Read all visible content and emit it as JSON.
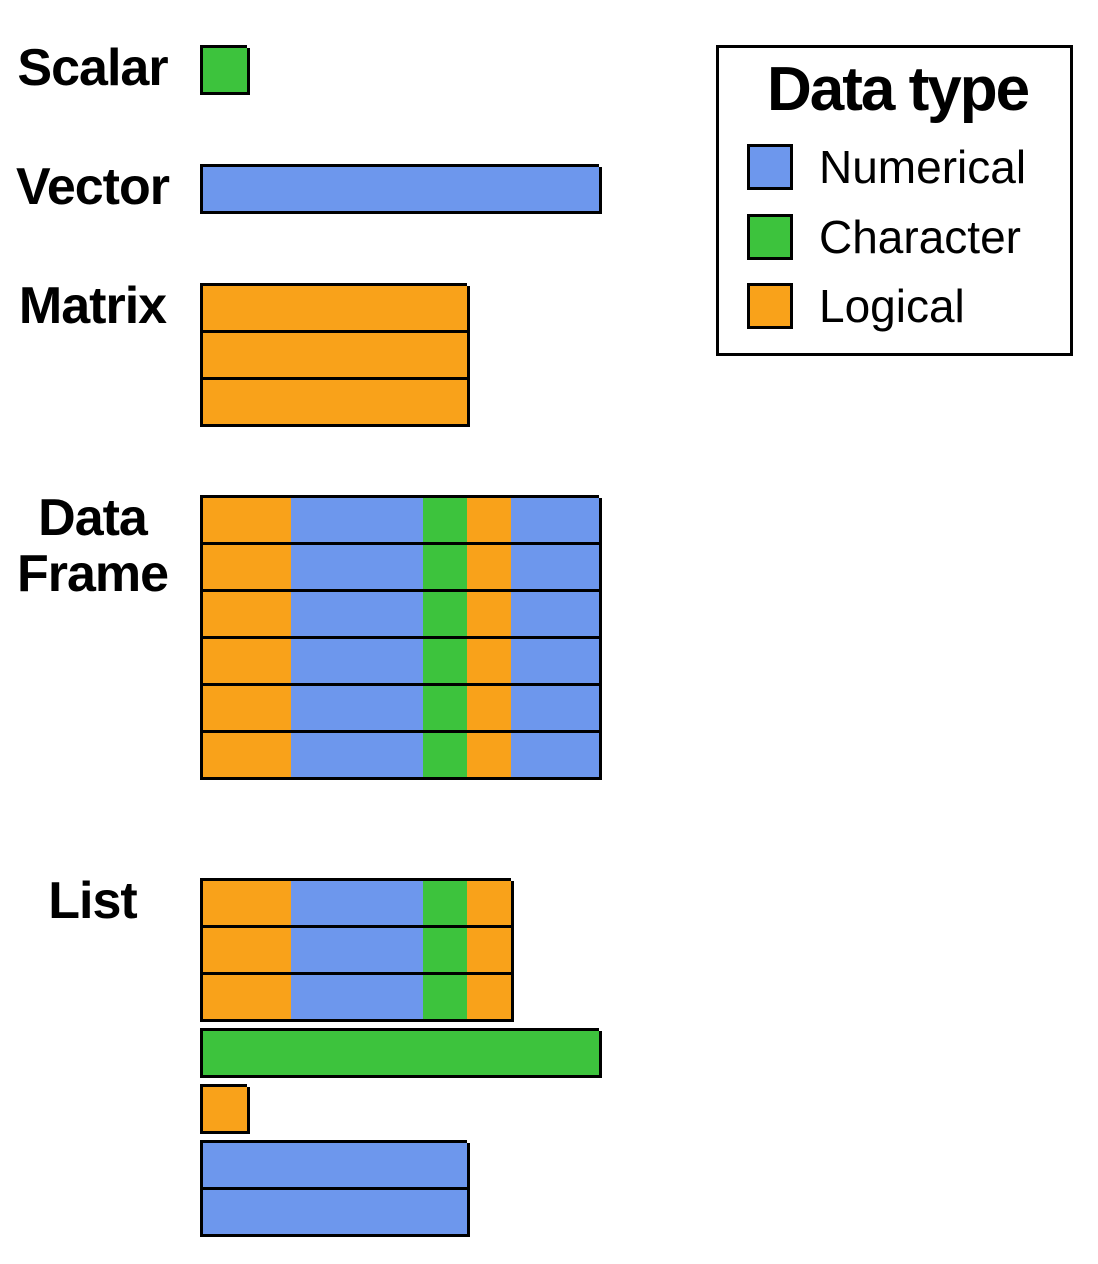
{
  "palette": {
    "numerical": "#6D97ED",
    "character": "#3DC33D",
    "logical": "#F9A21A",
    "line": "#000000"
  },
  "legend": {
    "title": "Data type",
    "items": [
      {
        "type": "numerical",
        "label": "Numerical"
      },
      {
        "type": "character",
        "label": "Character"
      },
      {
        "type": "logical",
        "label": "Logical"
      }
    ]
  },
  "structures": [
    {
      "id": "scalar",
      "label_lines": [
        "Scalar"
      ],
      "blocks": [
        {
          "rows": 1,
          "columns": [
            "character"
          ]
        }
      ]
    },
    {
      "id": "vector",
      "label_lines": [
        "Vector"
      ],
      "blocks": [
        {
          "rows": 1,
          "columns": [
            "numerical",
            "numerical",
            "numerical",
            "numerical",
            "numerical",
            "numerical",
            "numerical",
            "numerical",
            "numerical"
          ]
        }
      ]
    },
    {
      "id": "matrix",
      "label_lines": [
        "Matrix"
      ],
      "blocks": [
        {
          "rows": 3,
          "columns": [
            "logical",
            "logical",
            "logical",
            "logical",
            "logical",
            "logical"
          ]
        }
      ]
    },
    {
      "id": "data-frame",
      "label_lines": [
        "Data",
        "Frame"
      ],
      "blocks": [
        {
          "rows": 6,
          "columns": [
            "logical",
            "logical",
            "numerical",
            "numerical",
            "numerical",
            "character",
            "logical",
            "numerical",
            "numerical"
          ]
        }
      ]
    },
    {
      "id": "list",
      "label_lines": [
        "List"
      ],
      "blocks": [
        {
          "rows": 3,
          "columns": [
            "logical",
            "logical",
            "numerical",
            "numerical",
            "numerical",
            "character",
            "logical"
          ]
        },
        {
          "rows": 1,
          "columns": [
            "character",
            "character",
            "character",
            "character",
            "character",
            "character",
            "character",
            "character",
            "character"
          ]
        },
        {
          "rows": 1,
          "columns": [
            "logical"
          ]
        },
        {
          "rows": 2,
          "columns": [
            "numerical",
            "numerical",
            "numerical",
            "numerical",
            "numerical",
            "numerical"
          ]
        }
      ]
    }
  ]
}
